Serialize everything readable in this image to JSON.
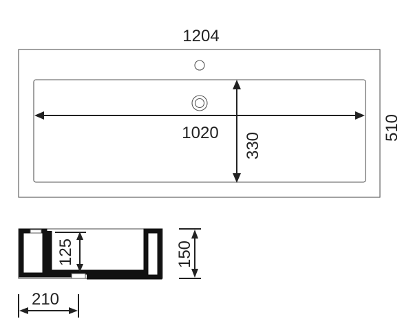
{
  "dimensions": {
    "overall_width": "1204",
    "overall_depth": "510",
    "basin_width": "1020",
    "basin_depth": "330",
    "basin_height": "125",
    "total_height": "150",
    "side_depth": "210"
  },
  "colors": {
    "line": "#222222",
    "outline": "#555555",
    "background": "#ffffff"
  }
}
